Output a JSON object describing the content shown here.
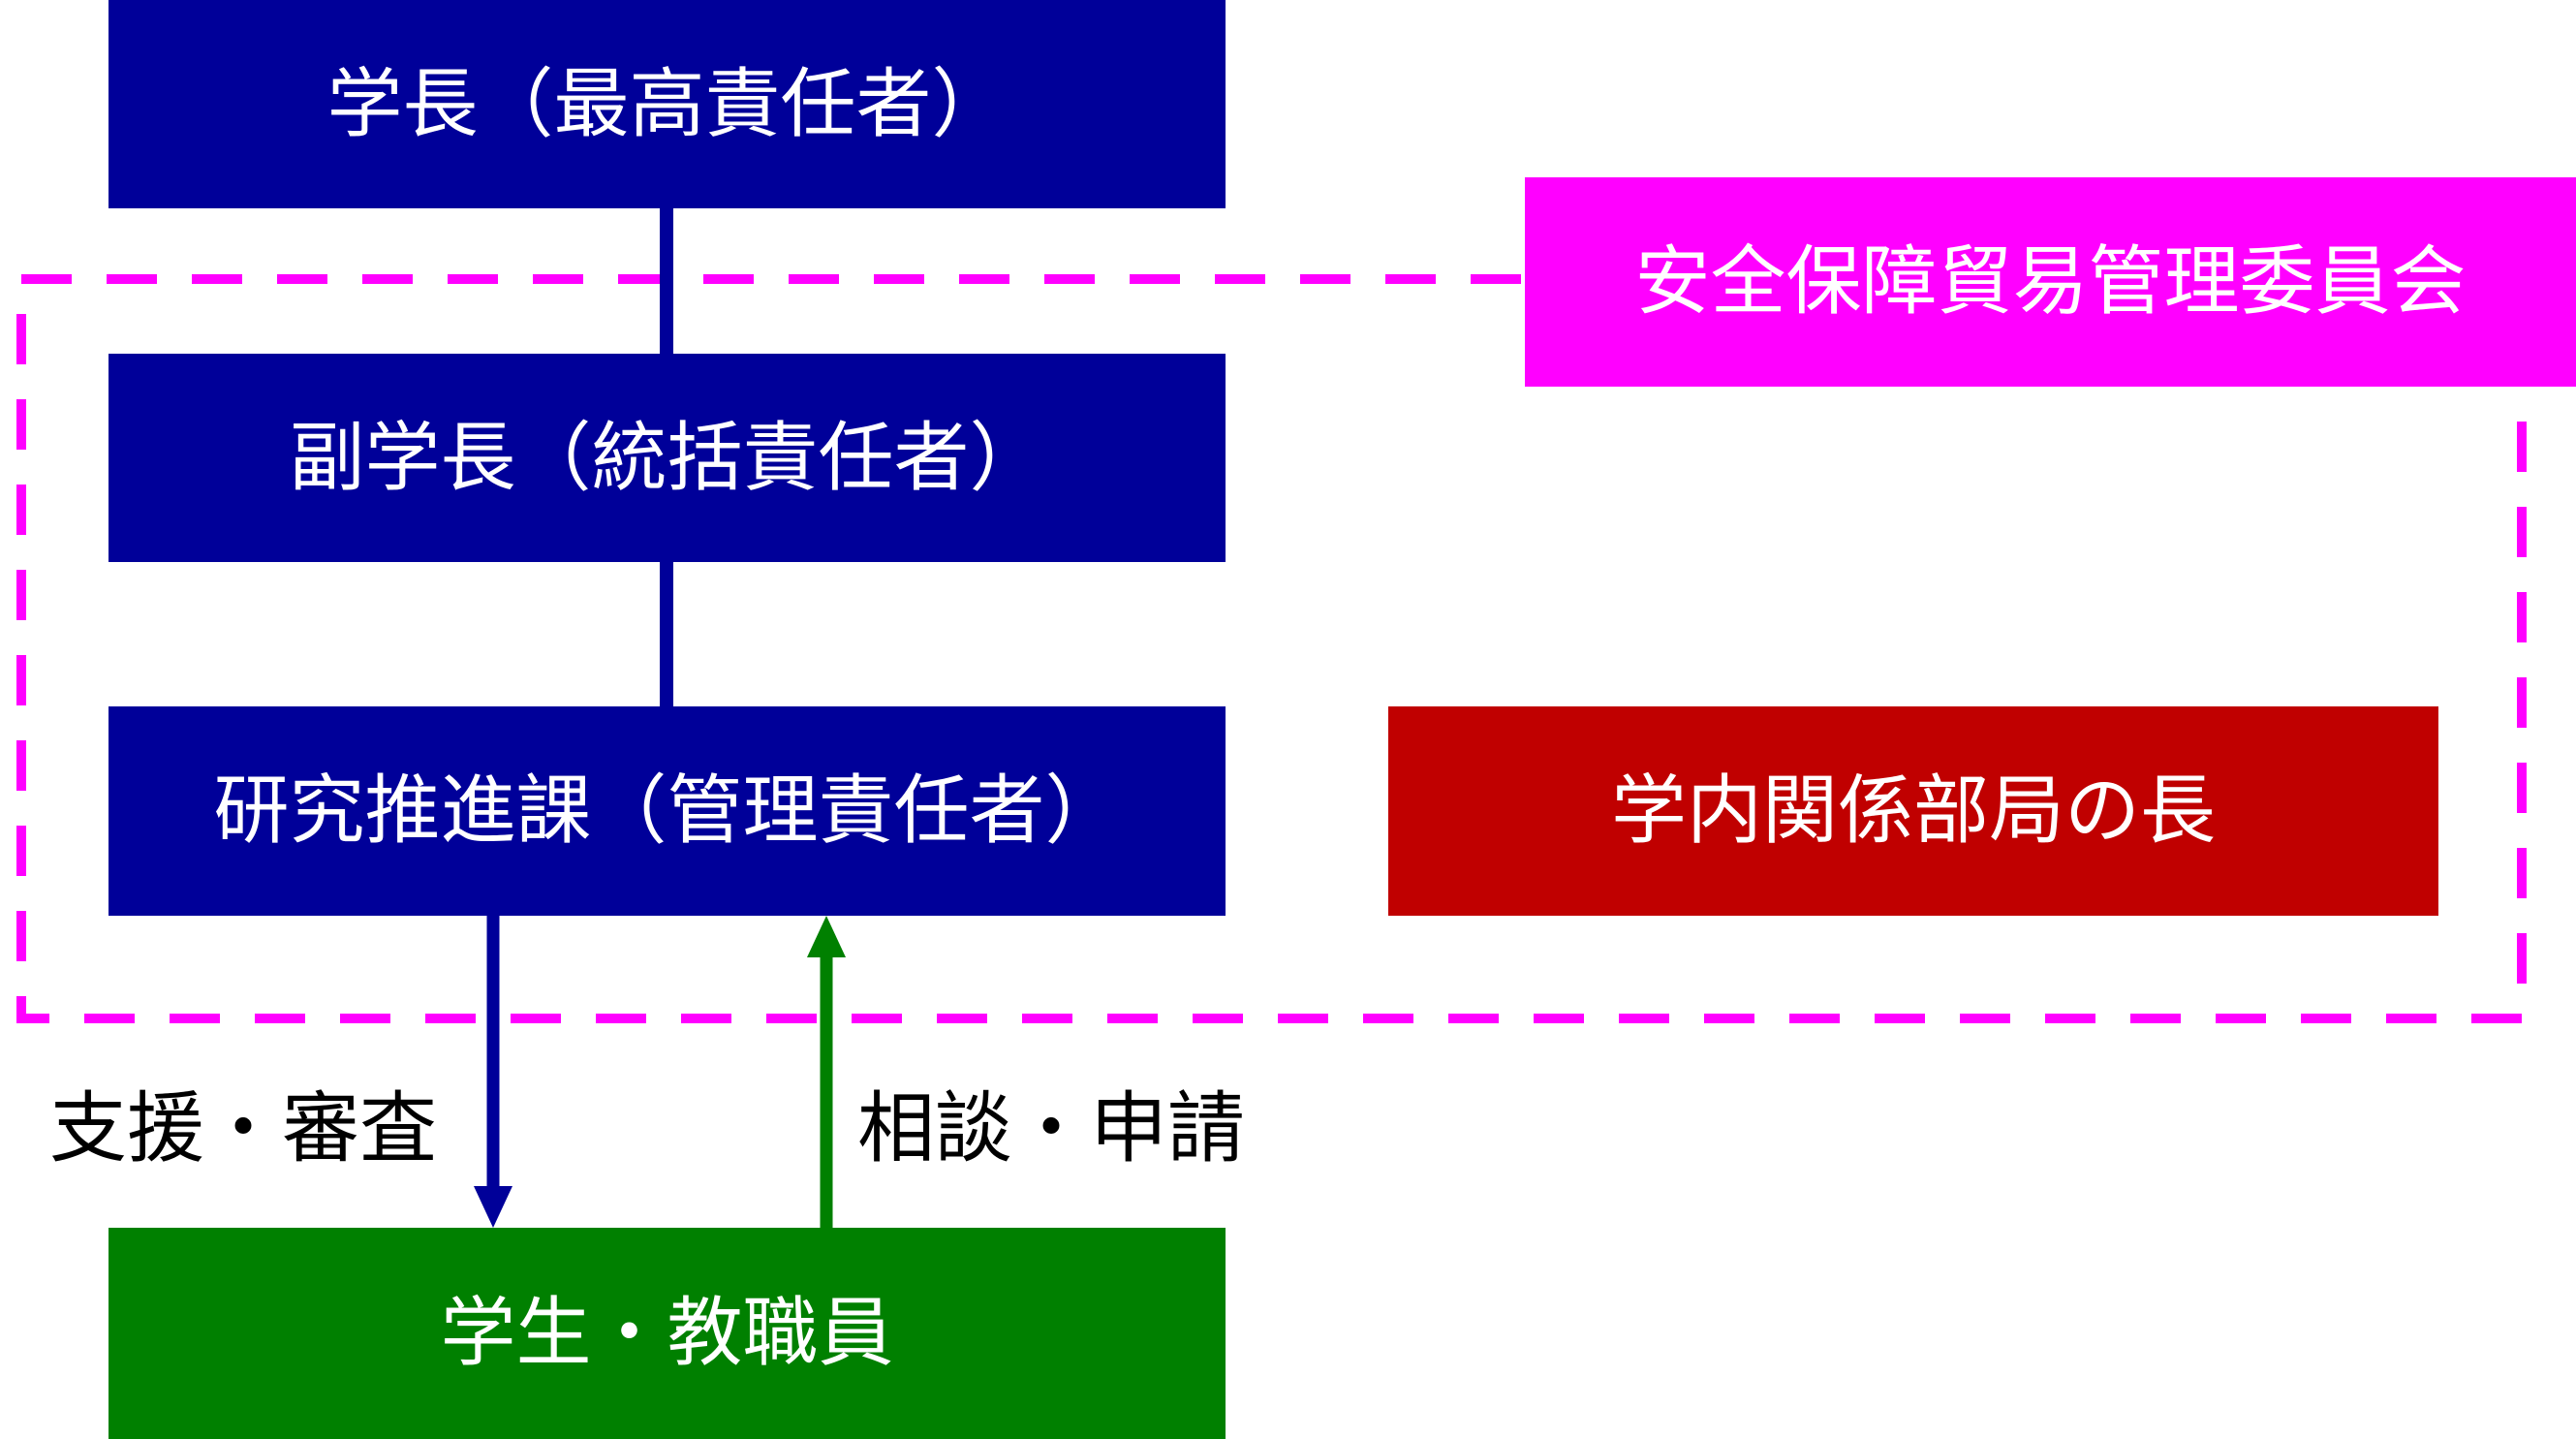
{
  "diagram": {
    "nodes": {
      "president": {
        "label": "学長（最高責任者）",
        "color": "#000099"
      },
      "vice_president": {
        "label": "副学長（統括責任者）",
        "color": "#000099"
      },
      "research_promotion": {
        "label": "研究推進課（管理責任者）",
        "color": "#000099"
      },
      "students_staff": {
        "label": "学生・教職員",
        "color": "#008000"
      },
      "committee": {
        "label": "安全保障貿易管理委員会",
        "color": "#FF00FF"
      },
      "department_heads": {
        "label": "学内関係部局の長",
        "color": "#C00000"
      }
    },
    "arrows": {
      "support_review": {
        "label": "支援・審査",
        "color": "#000099"
      },
      "consult_apply": {
        "label": "相談・申請",
        "color": "#008000"
      }
    },
    "connector_color": "#000099",
    "committee_scope_border_color": "#FF00FF"
  }
}
